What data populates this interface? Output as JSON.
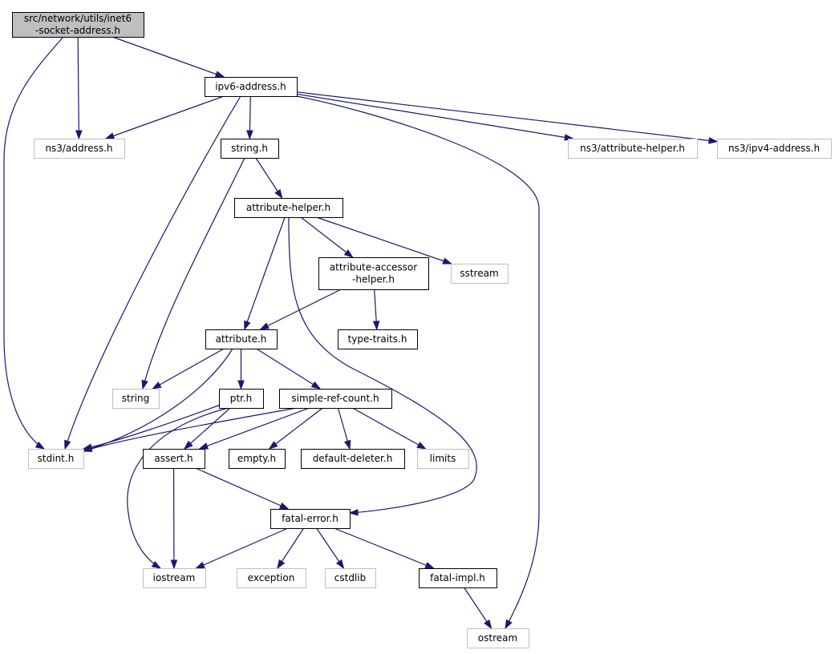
{
  "colors": {
    "edge": "#191970",
    "root_fill": "#bfbfbf",
    "node_border": "#000000",
    "external_border": "#bfbfbf",
    "external_text": "#404040",
    "background": "#ffffff"
  },
  "nodes": [
    {
      "id": "root",
      "lines": [
        "src/network/utils/inet6",
        "-socket-address.h"
      ],
      "kind": "root"
    },
    {
      "id": "ipv6",
      "lines": [
        "ipv6-address.h"
      ],
      "kind": "local"
    },
    {
      "id": "ns3addr",
      "lines": [
        "ns3/address.h"
      ],
      "kind": "external"
    },
    {
      "id": "stringh",
      "lines": [
        "string.h"
      ],
      "kind": "local"
    },
    {
      "id": "ns3attr",
      "lines": [
        "ns3/attribute-helper.h"
      ],
      "kind": "external"
    },
    {
      "id": "ns3ipv4",
      "lines": [
        "ns3/ipv4-address.h"
      ],
      "kind": "external"
    },
    {
      "id": "attrhelper",
      "lines": [
        "attribute-helper.h"
      ],
      "kind": "local"
    },
    {
      "id": "accessor",
      "lines": [
        "attribute-accessor",
        "-helper.h"
      ],
      "kind": "local"
    },
    {
      "id": "sstream",
      "lines": [
        "sstream"
      ],
      "kind": "external"
    },
    {
      "id": "attribute",
      "lines": [
        "attribute.h"
      ],
      "kind": "local"
    },
    {
      "id": "typetraits",
      "lines": [
        "type-traits.h"
      ],
      "kind": "local"
    },
    {
      "id": "string",
      "lines": [
        "string"
      ],
      "kind": "external"
    },
    {
      "id": "ptr",
      "lines": [
        "ptr.h"
      ],
      "kind": "local"
    },
    {
      "id": "simpleref",
      "lines": [
        "simple-ref-count.h"
      ],
      "kind": "local"
    },
    {
      "id": "stdint",
      "lines": [
        "stdint.h"
      ],
      "kind": "external"
    },
    {
      "id": "assert",
      "lines": [
        "assert.h"
      ],
      "kind": "local"
    },
    {
      "id": "empty",
      "lines": [
        "empty.h"
      ],
      "kind": "local"
    },
    {
      "id": "deleter",
      "lines": [
        "default-deleter.h"
      ],
      "kind": "local"
    },
    {
      "id": "limits",
      "lines": [
        "limits"
      ],
      "kind": "external"
    },
    {
      "id": "fatalerror",
      "lines": [
        "fatal-error.h"
      ],
      "kind": "local"
    },
    {
      "id": "iostream",
      "lines": [
        "iostream"
      ],
      "kind": "external"
    },
    {
      "id": "exception",
      "lines": [
        "exception"
      ],
      "kind": "external"
    },
    {
      "id": "cstdlib",
      "lines": [
        "cstdlib"
      ],
      "kind": "external"
    },
    {
      "id": "fatalimpl",
      "lines": [
        "fatal-impl.h"
      ],
      "kind": "local"
    },
    {
      "id": "ostream",
      "lines": [
        "ostream"
      ],
      "kind": "external"
    }
  ],
  "edges": [
    {
      "from": "root",
      "to": "ipv6"
    },
    {
      "from": "root",
      "to": "ns3addr"
    },
    {
      "from": "root",
      "to": "stdint"
    },
    {
      "from": "ipv6",
      "to": "ns3addr"
    },
    {
      "from": "ipv6",
      "to": "stringh"
    },
    {
      "from": "ipv6",
      "to": "ns3attr"
    },
    {
      "from": "ipv6",
      "to": "ns3ipv4"
    },
    {
      "from": "ipv6",
      "to": "stdint"
    },
    {
      "from": "ipv6",
      "to": "ostream"
    },
    {
      "from": "stringh",
      "to": "attrhelper"
    },
    {
      "from": "stringh",
      "to": "string"
    },
    {
      "from": "attrhelper",
      "to": "accessor"
    },
    {
      "from": "attrhelper",
      "to": "sstream"
    },
    {
      "from": "attrhelper",
      "to": "attribute"
    },
    {
      "from": "attrhelper",
      "to": "fatalerror"
    },
    {
      "from": "accessor",
      "to": "attribute"
    },
    {
      "from": "accessor",
      "to": "typetraits"
    },
    {
      "from": "attribute",
      "to": "string"
    },
    {
      "from": "attribute",
      "to": "ptr"
    },
    {
      "from": "attribute",
      "to": "simpleref"
    },
    {
      "from": "attribute",
      "to": "stdint"
    },
    {
      "from": "ptr",
      "to": "stdint"
    },
    {
      "from": "ptr",
      "to": "assert"
    },
    {
      "from": "ptr",
      "to": "iostream"
    },
    {
      "from": "simpleref",
      "to": "stdint"
    },
    {
      "from": "simpleref",
      "to": "assert"
    },
    {
      "from": "simpleref",
      "to": "empty"
    },
    {
      "from": "simpleref",
      "to": "deleter"
    },
    {
      "from": "simpleref",
      "to": "limits"
    },
    {
      "from": "assert",
      "to": "iostream"
    },
    {
      "from": "assert",
      "to": "fatalerror"
    },
    {
      "from": "fatalerror",
      "to": "iostream"
    },
    {
      "from": "fatalerror",
      "to": "exception"
    },
    {
      "from": "fatalerror",
      "to": "cstdlib"
    },
    {
      "from": "fatalerror",
      "to": "fatalimpl"
    },
    {
      "from": "fatalimpl",
      "to": "ostream"
    }
  ]
}
